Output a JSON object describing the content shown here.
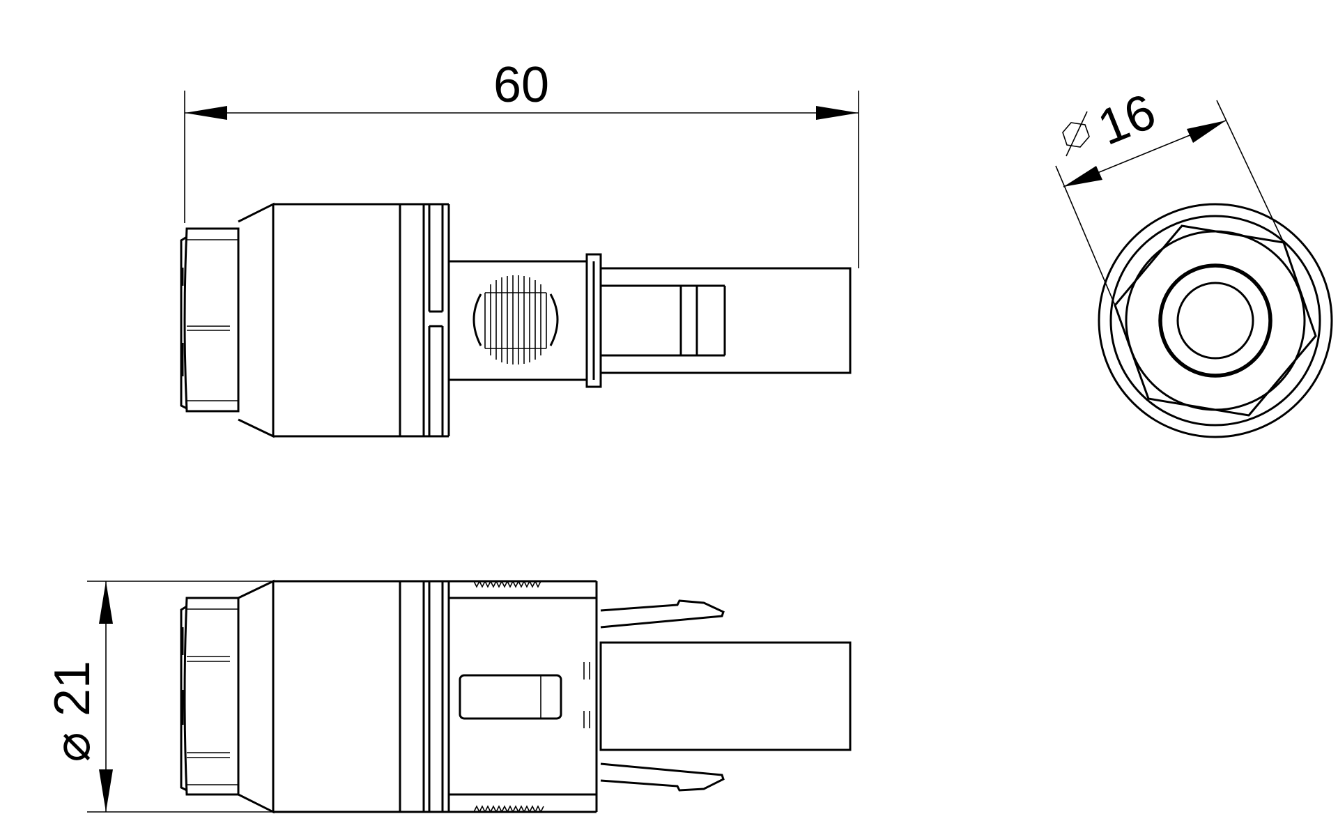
{
  "drawing": {
    "type": "technical-drawing",
    "subject": "cable connector",
    "views": [
      "side-view",
      "end-view",
      "bottom-side-view"
    ]
  },
  "dimensions": {
    "overall_length": {
      "value": "60"
    },
    "hex_across_flats": {
      "symbol": "hexagon-diameter",
      "value": "16"
    },
    "body_diameter": {
      "symbol": "⌀",
      "value": "21"
    }
  },
  "colors": {
    "line": "#000000",
    "background": "#ffffff"
  }
}
